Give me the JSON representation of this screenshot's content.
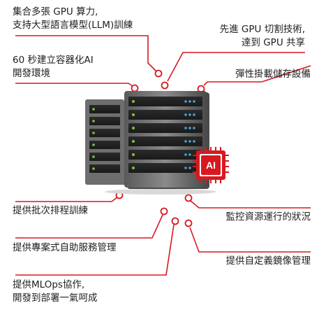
{
  "features": {
    "gpu_compute": {
      "lines": [
        "集合多張 GPU 算力,",
        "支持大型語言模型(LLM)訓練"
      ]
    },
    "gpu_sharing": {
      "lines": [
        "先進 GPU 切割技術,",
        "達到 GPU 共享"
      ]
    },
    "containers": {
      "lines": [
        "60 秒建立容器化AI",
        "開發環境"
      ]
    },
    "storage": {
      "lines": [
        "彈性掛載儲存設備"
      ]
    },
    "batch_training": {
      "lines": [
        "提供批次排程訓練"
      ]
    },
    "monitoring": {
      "lines": [
        "監控資源運行的狀況"
      ]
    },
    "self_service": {
      "lines": [
        "提供專案式自助服務管理"
      ]
    },
    "image_management": {
      "lines": [
        "提供自定義鏡像管理"
      ]
    },
    "mlops": {
      "lines": [
        "提供MLOps協作,",
        "開發到部署一氣呵成"
      ]
    }
  },
  "badge": {
    "text": "AI"
  },
  "colors": {
    "accent": "#d71920",
    "text": "#1e1e1e",
    "server_dark": "#3a3a3a",
    "led_green": "#7ec242",
    "led_blue": "#4aa8e0"
  }
}
